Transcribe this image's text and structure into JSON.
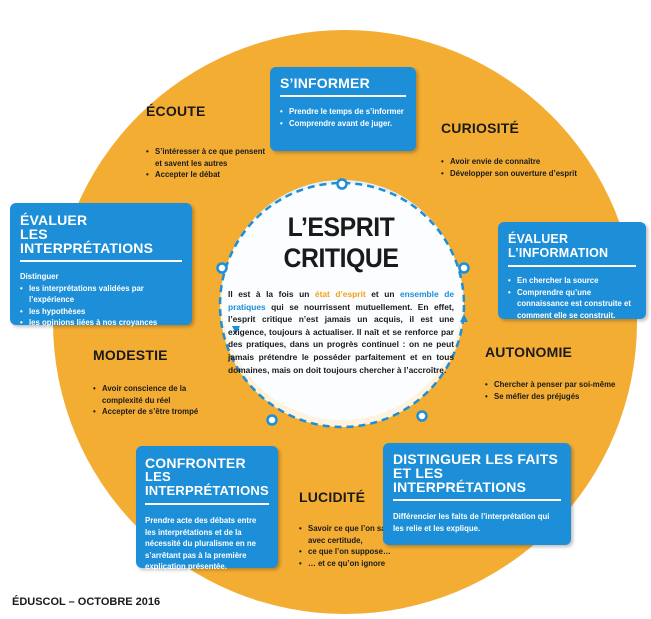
{
  "center": {
    "title": "L’ESPRIT CRITIQUE",
    "text_a": "Il est à la fois un ",
    "text_hl1": "état d’esprit",
    "text_b": " et un ",
    "text_hl2": "ensemble de pratiques",
    "text_c": " qui se nourrissent mutuellement. En effet, l’esprit critique n’est jamais un acquis, il est une exigence, toujours à actualiser. Il naît et se renforce par des pratiques, dans un progrès continuel : on ne peut jamais prétendre le posséder parfaitement et en tous domaines, mais on doit toujours chercher à l’accroître."
  },
  "s_informer": {
    "title": "S’INFORMER",
    "items": [
      "Prendre le temps de s’informer",
      "Comprendre avant de juger."
    ]
  },
  "ecoute": {
    "title": "ÉCOUTE",
    "items": [
      "S’intéresser à ce que pensent et savent les autres",
      "Accepter le débat"
    ]
  },
  "curiosite": {
    "title": "CURIOSITÉ",
    "items": [
      "Avoir envie de connaître",
      "Développer son ouverture d’esprit"
    ]
  },
  "evaluer_interpretations": {
    "title_line1": "ÉVALUER",
    "title_line2": "LES INTERPRÉTATIONS",
    "intro": "Distinguer",
    "items": [
      "les interprétations validées par l’expérience",
      "les hypothèses",
      "les opinions liées à nos croyances"
    ]
  },
  "evaluer_information": {
    "title": "ÉVALUER L’INFORMATION",
    "items": [
      "En chercher la source",
      "Comprendre qu’une connaissance est construite et comment elle se construit."
    ]
  },
  "modestie": {
    "title": "MODESTIE",
    "items": [
      "Avoir conscience de la complexité du réel",
      "Accepter de s’être trompé"
    ]
  },
  "autonomie": {
    "title": "AUTONOMIE",
    "items": [
      "Chercher à penser par soi-même",
      "Se méfier des préjugés"
    ]
  },
  "confronter": {
    "title_line1": "CONFRONTER",
    "title_line2": "LES INTERPRÉTATIONS",
    "text": "Prendre acte des débats entre les interprétations et de la nécessité du pluralisme en ne s’arrêtant pas à la première explication présentée."
  },
  "lucidite": {
    "title": "LUCIDITÉ",
    "items": [
      "Savoir ce que l’on sait avec certitude,",
      "ce que l’on suppose…",
      "… et ce qu’on ignore"
    ]
  },
  "distinguer": {
    "title_line1": "DISTINGUER LES FAITS",
    "title_line2": "ET LES INTERPRÉTATIONS",
    "text": "Différencier les faits de l’interprétation qui les relie et les explique."
  },
  "footer": "ÉDUSCOL – OCTOBRE 2016",
  "colors": {
    "ring": "#f4ad33",
    "blue": "#1c8fd8",
    "inner": "#ffffff",
    "accent_orange": "#f2a11a"
  }
}
